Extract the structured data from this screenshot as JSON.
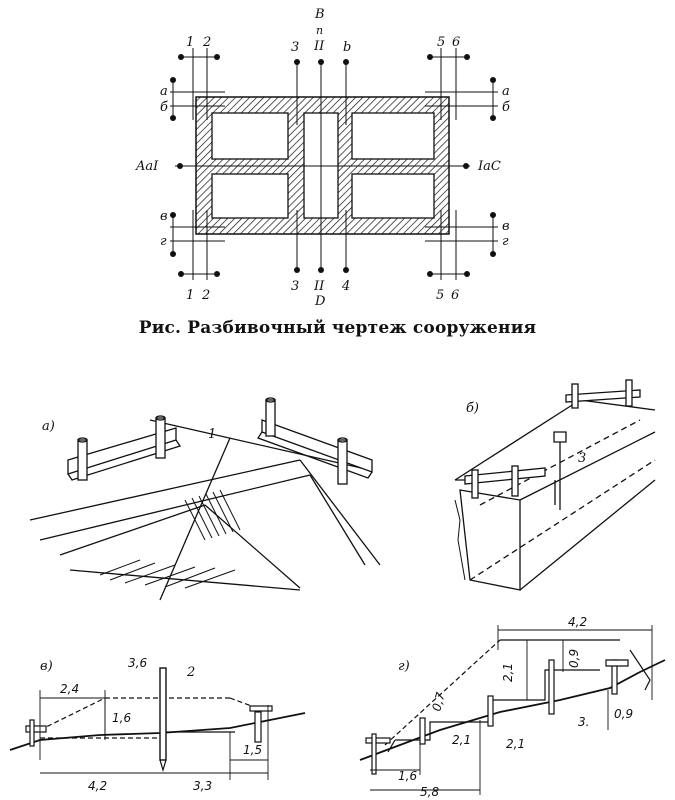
{
  "plan": {
    "axis_top_labels": [
      "1",
      "2",
      "3",
      "b",
      "5",
      "6"
    ],
    "axis_bottom_labels": [
      "1",
      "2",
      "3",
      "4",
      "5",
      "6"
    ],
    "axis_center_top": [
      "B",
      "п",
      "II"
    ],
    "axis_center_bottom": [
      "II",
      "D"
    ],
    "left_labels": [
      "a",
      "б",
      "в",
      "г"
    ],
    "right_labels": [
      "a",
      "б",
      "в",
      "г"
    ],
    "left_axis": "AaI",
    "right_axis": "IaC"
  },
  "caption": "Рис. Разбивочный чертеж сооружения",
  "panels": {
    "a": {
      "label": "а)",
      "callout": "1"
    },
    "b": {
      "label": "б)",
      "callout": "3"
    },
    "v": {
      "label": "в)",
      "callout": "2",
      "dims": [
        "3,6",
        "2,4",
        "1,6",
        "1,5",
        "4,2",
        "3,3"
      ]
    },
    "g": {
      "label": "г)",
      "dims": [
        "4,2",
        "2,1",
        "0,9",
        "0,7",
        "2,1",
        "2,1",
        "3.",
        "0,9",
        "1,6",
        "5,8"
      ]
    }
  }
}
